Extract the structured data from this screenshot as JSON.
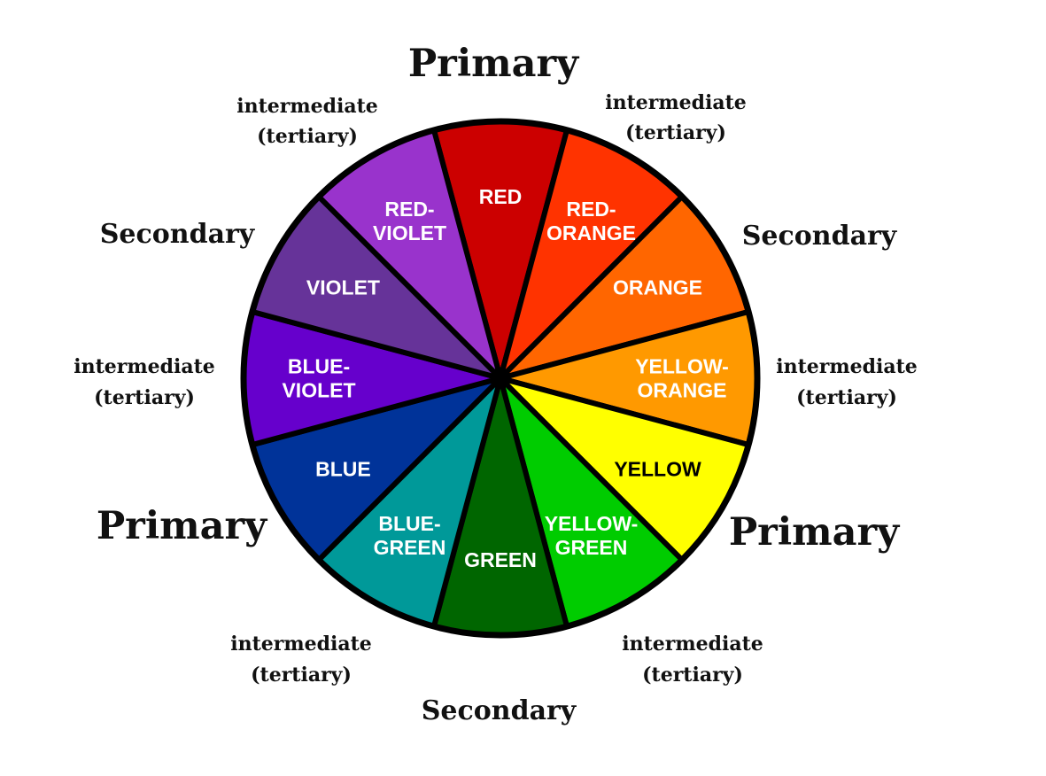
{
  "wheel": {
    "segments": [
      {
        "lines": [
          "RED"
        ],
        "color": "#CC0000",
        "text_color": "#FFFFFF"
      },
      {
        "lines": [
          "RED-",
          "ORANGE"
        ],
        "color": "#FF3300",
        "text_color": "#FFFFFF"
      },
      {
        "lines": [
          "ORANGE"
        ],
        "color": "#FF6600",
        "text_color": "#FFFFFF"
      },
      {
        "lines": [
          "YELLOW-",
          "ORANGE"
        ],
        "color": "#FF9900",
        "text_color": "#FFFFFF"
      },
      {
        "lines": [
          "YELLOW"
        ],
        "color": "#FFFF00",
        "text_color": "#000000"
      },
      {
        "lines": [
          "YELLOW-",
          "GREEN"
        ],
        "color": "#00CC00",
        "text_color": "#FFFFFF"
      },
      {
        "lines": [
          "GREEN"
        ],
        "color": "#006600",
        "text_color": "#FFFFFF"
      },
      {
        "lines": [
          "BLUE-",
          "GREEN"
        ],
        "color": "#009999",
        "text_color": "#FFFFFF"
      },
      {
        "lines": [
          "BLUE"
        ],
        "color": "#003399",
        "text_color": "#FFFFFF"
      },
      {
        "lines": [
          "BLUE-",
          "VIOLET"
        ],
        "color": "#6600CC",
        "text_color": "#FFFFFF"
      },
      {
        "lines": [
          "VIOLET"
        ],
        "color": "#663399",
        "text_color": "#FFFFFF"
      },
      {
        "lines": [
          "RED-",
          "VIOLET"
        ],
        "color": "#9933CC",
        "text_color": "#FFFFFF"
      }
    ]
  },
  "labels": {
    "primary": "Primary",
    "secondary": "Secondary",
    "intermediate": "intermediate",
    "tertiary": "(tertiary)"
  }
}
